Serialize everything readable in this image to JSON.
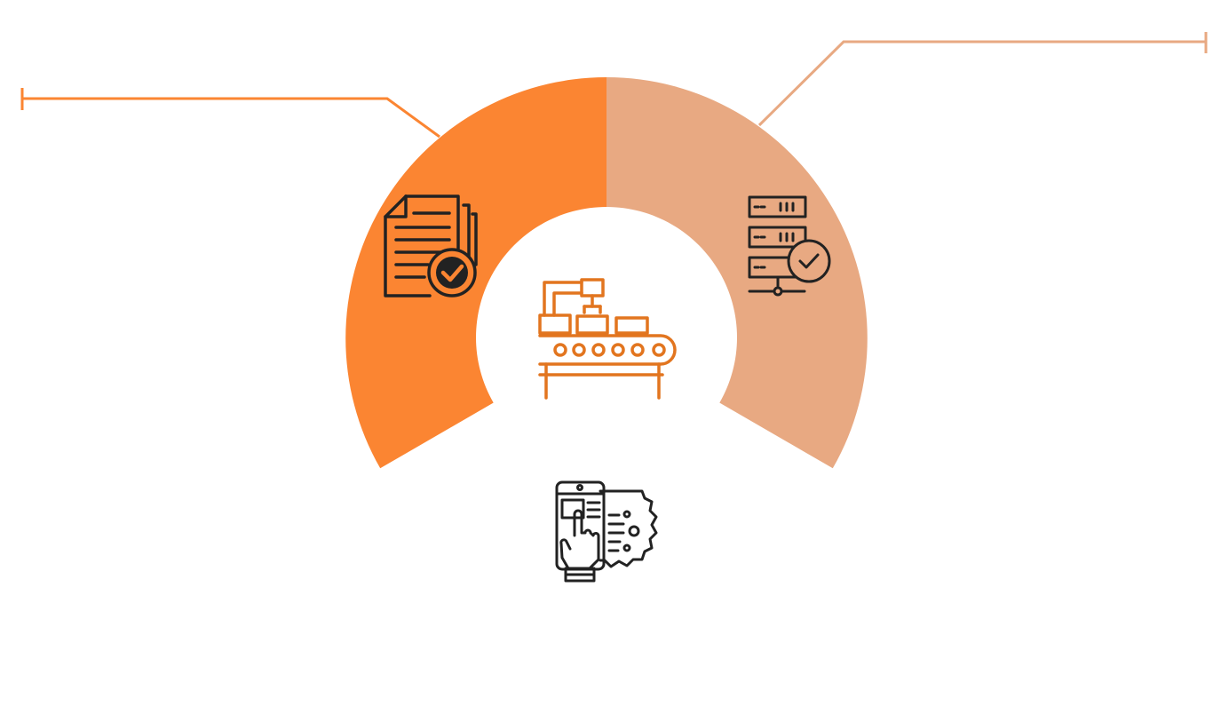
{
  "diagram": {
    "segments": [
      {
        "id": "documents",
        "icon": "document-check-icon",
        "color": "#fb8532"
      },
      {
        "id": "servers",
        "icon": "server-check-icon",
        "color": "#e8a982"
      },
      {
        "id": "touch-control",
        "icon": "touch-panel-gear-icon",
        "color": "#ffffff"
      }
    ],
    "center_icon": "conveyor-robot-icon",
    "colors": {
      "accent": "#fb8532",
      "accent_light": "#e8a982",
      "line_dark": "#222222",
      "center_icon": "#e2751f"
    }
  }
}
